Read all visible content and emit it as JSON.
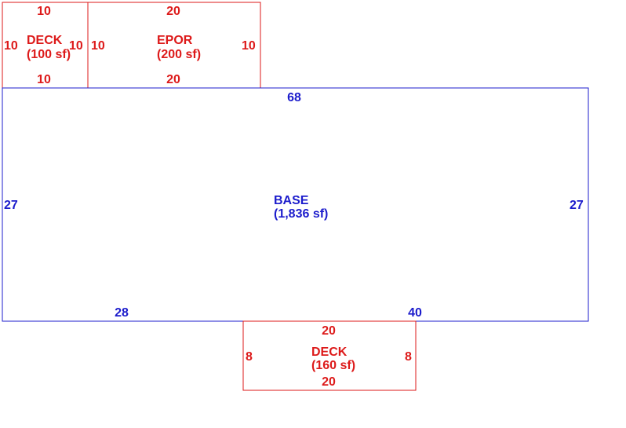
{
  "colors": {
    "main_area": "#1c1ccc",
    "addition": "#dd1a1a",
    "background": "#ffffff"
  },
  "areas": {
    "deck_top": {
      "name": "DECK",
      "area": "(100 sf)",
      "dims": {
        "top": "10",
        "bottom": "10",
        "left": "10",
        "right": "10"
      }
    },
    "epor": {
      "name": "EPOR",
      "area": "(200 sf)",
      "dims": {
        "top": "20",
        "bottom": "20",
        "left": "10",
        "right": "10"
      }
    },
    "base": {
      "name": "BASE",
      "area": "(1,836 sf)",
      "dims": {
        "top": "68",
        "left": "27",
        "right": "27",
        "bottom_left": "28",
        "bottom_right": "40"
      }
    },
    "deck_bottom": {
      "name": "DECK",
      "area": "(160 sf)",
      "dims": {
        "top": "20",
        "bottom": "20",
        "left": "8",
        "right": "8"
      }
    }
  }
}
